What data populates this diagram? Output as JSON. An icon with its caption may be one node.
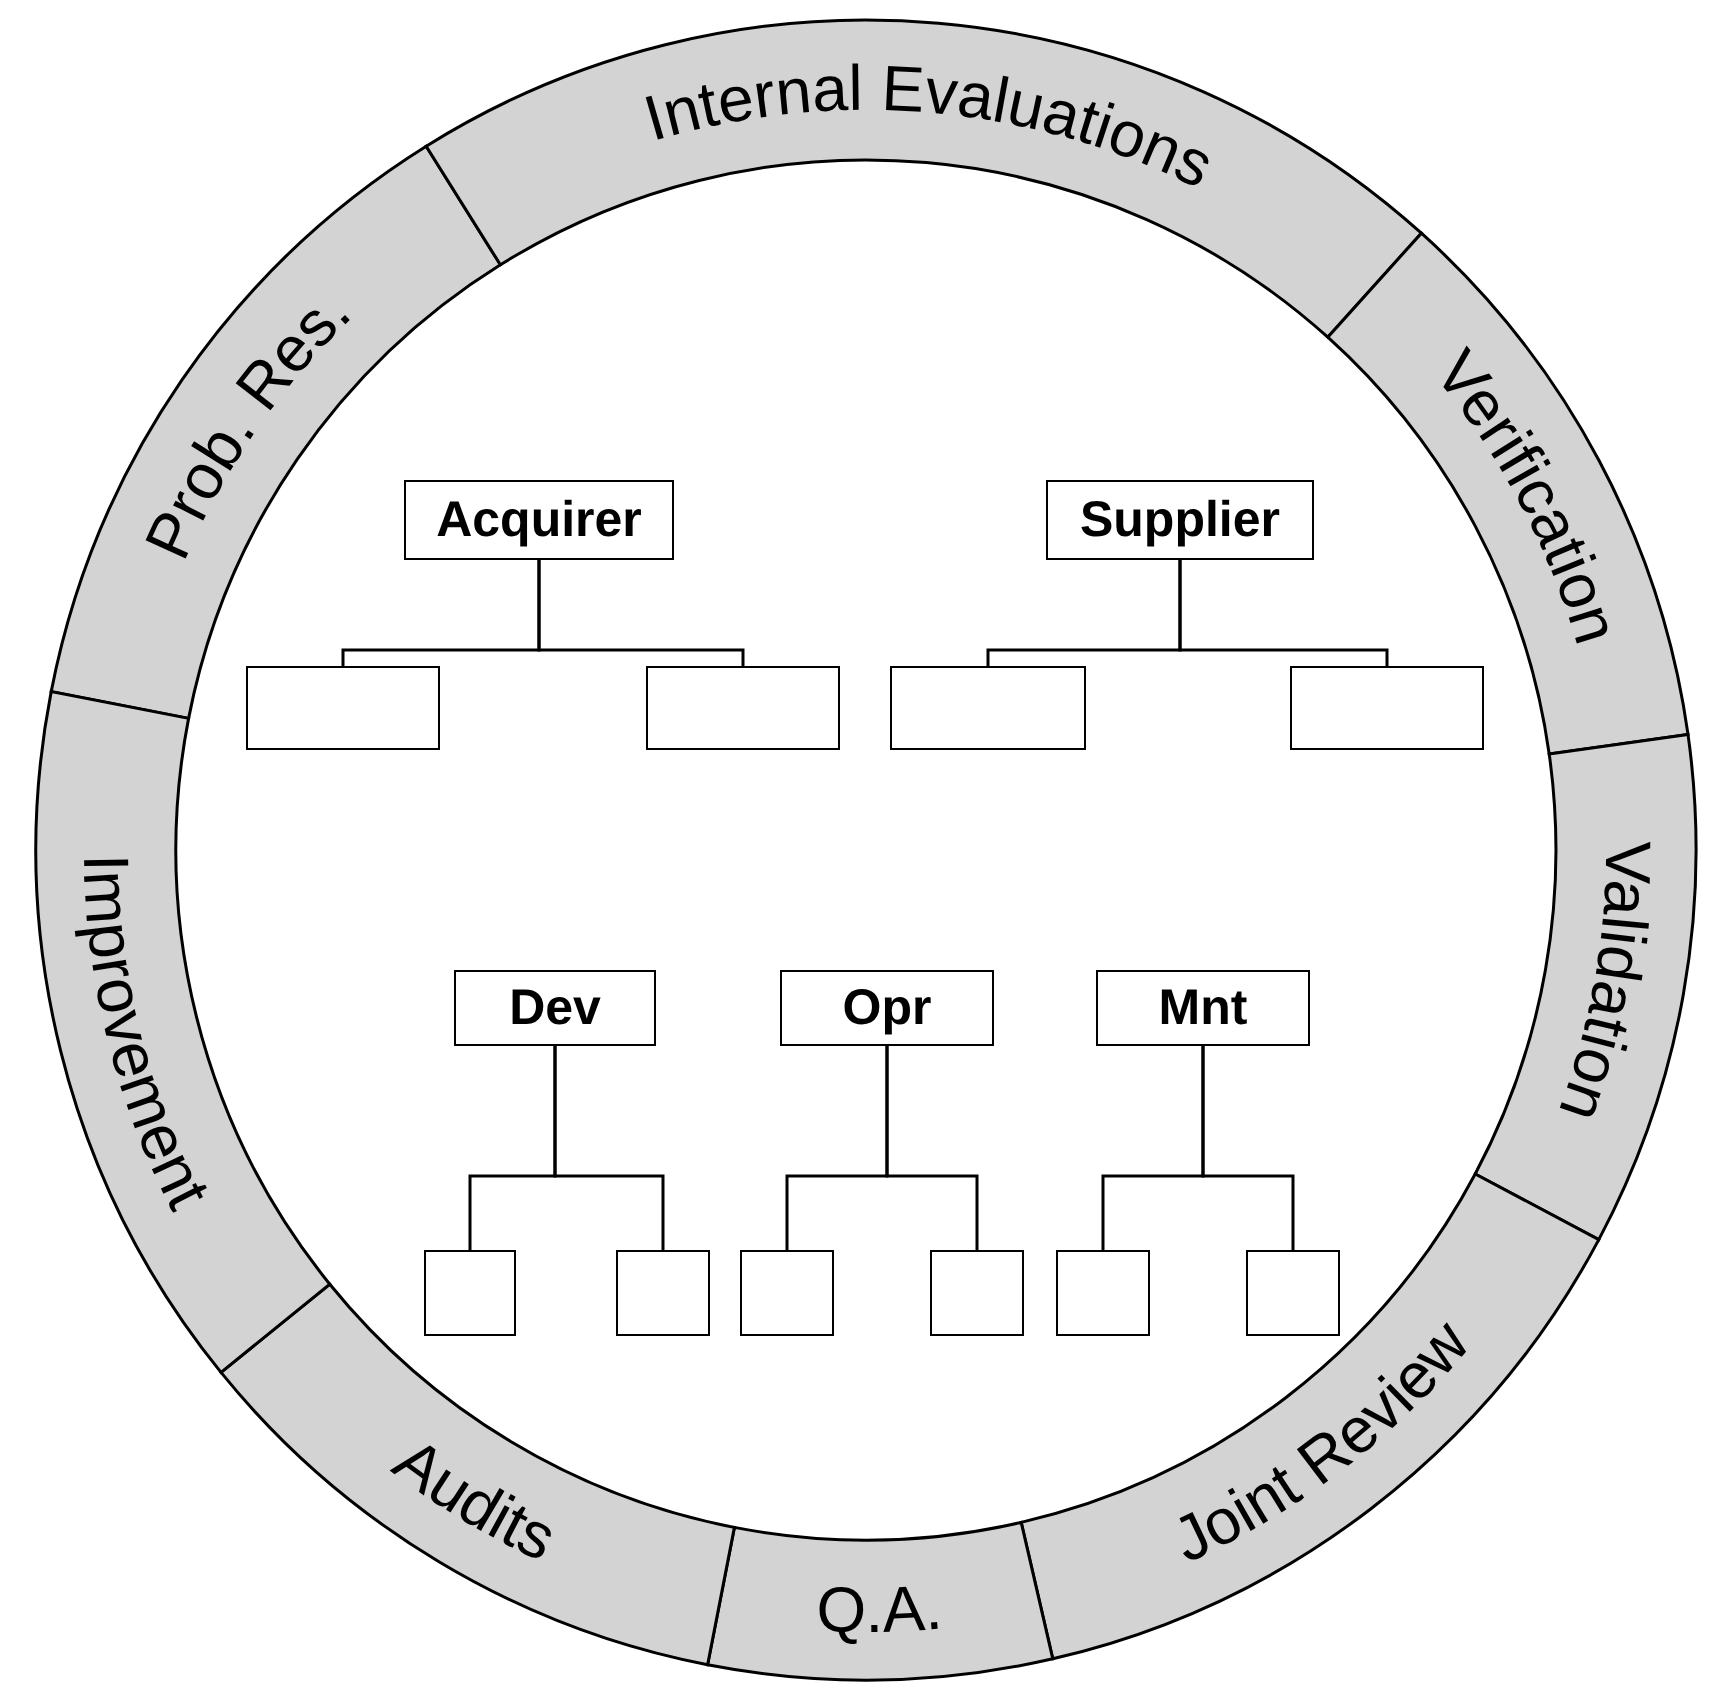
{
  "diagram": {
    "nodes": [
      {
        "text": [
          "Prob. Res."
        ]
      },
      {
        "text": [
          "Internal Evaluations"
        ]
      },
      {
        "text": [
          "Verification"
        ]
      },
      {
        "text": [
          "Validation"
        ]
      },
      {
        "text": [
          "Joint Review"
        ]
      },
      {
        "text": [
          "Q.A."
        ]
      },
      {
        "text": [
          "Audits"
        ]
      },
      {
        "text": [
          "Improvement"
        ]
      },
      {
        "text": [
          "Acquirer"
        ]
      },
      {
        "text": [],
        "shape": "box"
      },
      {
        "text": [],
        "shape": "box"
      },
      {
        "text": [
          "Supplier"
        ]
      },
      {
        "text": [],
        "shape": "box"
      },
      {
        "text": [],
        "shape": "box"
      },
      {
        "text": [
          "Dev"
        ]
      },
      {
        "text": [],
        "shape": "box"
      },
      {
        "text": [],
        "shape": "box"
      },
      {
        "text": [
          "Opr"
        ]
      },
      {
        "text": [],
        "shape": "box"
      },
      {
        "text": [],
        "shape": "box"
      },
      {
        "text": [
          "Mnt"
        ]
      },
      {
        "text": [],
        "shape": "box"
      },
      {
        "text": [],
        "shape": "box"
      }
    ],
    "edges": [
      {
        "from": 8,
        "to": 9,
        "arrow": "none"
      },
      {
        "from": 8,
        "to": 10,
        "arrow": "none"
      },
      {
        "from": 11,
        "to": 12,
        "arrow": "none"
      },
      {
        "from": 11,
        "to": 13,
        "arrow": "none"
      },
      {
        "from": 14,
        "to": 15,
        "arrow": "none"
      },
      {
        "from": 14,
        "to": 16,
        "arrow": "none"
      },
      {
        "from": 17,
        "to": 18,
        "arrow": "none"
      },
      {
        "from": 17,
        "to": 19,
        "arrow": "none"
      },
      {
        "from": 20,
        "to": 21,
        "arrow": "none"
      },
      {
        "from": 20,
        "to": 22,
        "arrow": "none"
      }
    ]
  }
}
